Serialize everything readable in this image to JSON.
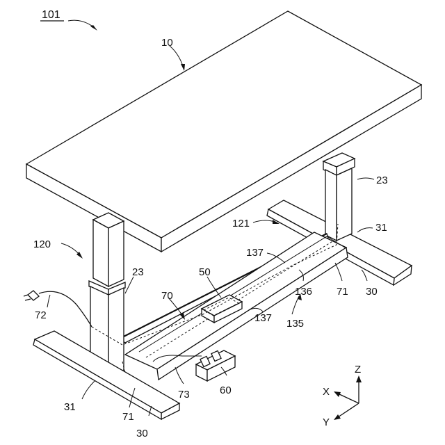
{
  "figure": {
    "number": "101",
    "axes": {
      "z": "Z",
      "x": "X",
      "y": "Y"
    },
    "labels": {
      "table_top": "10",
      "desk_overall": "120",
      "leg_right": "23",
      "leg_left": "23",
      "frame_rear": "121",
      "cover_rear": "137",
      "cover_front": "137",
      "control_box": "50",
      "cable": "70",
      "channel": "136",
      "cable_end_right": "71",
      "cable_end_left": "71",
      "duct": "135",
      "plug_cable": "72",
      "switch_cable": "73",
      "switch": "60",
      "foot_left": "31",
      "foot_right": "31",
      "base_left": "30",
      "base_right": "30"
    }
  }
}
